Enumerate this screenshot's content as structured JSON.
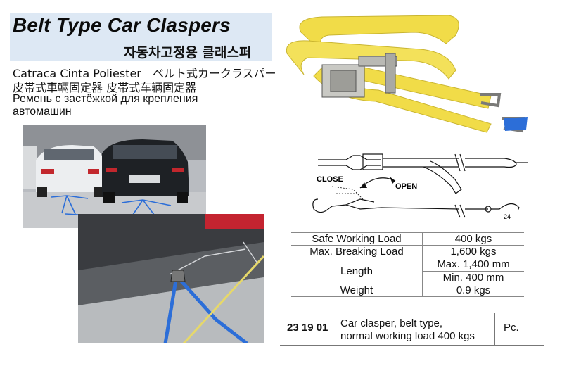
{
  "header": {
    "title": "Belt Type Car Claspers",
    "title_korean": "자동차고정용 클래스퍼",
    "alt_names": [
      "Catraca Cinta Poliester　ベルト式カークラスパー",
      "皮帯式車輛固定器  皮帯式车辆固定器",
      "Ремень с застёжкой для крепления",
      "автомашин"
    ]
  },
  "diagram": {
    "close_label": "CLOSE",
    "open_label": "OPEN",
    "hook_mark": "24"
  },
  "specs": [
    {
      "label": "Safe Working Load",
      "value": "400 kgs"
    },
    {
      "label": "Max. Breaking Load",
      "value": "1,600 kgs"
    },
    {
      "label": "Length",
      "value": "Max. 1,400 mm"
    },
    {
      "label": "",
      "value": "Min. 400 mm"
    },
    {
      "label": "Weight",
      "value": "0.9 kgs"
    }
  ],
  "order": {
    "code": "23 19 01",
    "description_line1": "Car clasper, belt type,",
    "description_line2": "normal working load 400 kgs",
    "unit": "Pc."
  },
  "colors": {
    "title_box": "#dde8f4",
    "belt_yellow": "#f1dc48",
    "strap_blue": "#2c6ed8"
  }
}
